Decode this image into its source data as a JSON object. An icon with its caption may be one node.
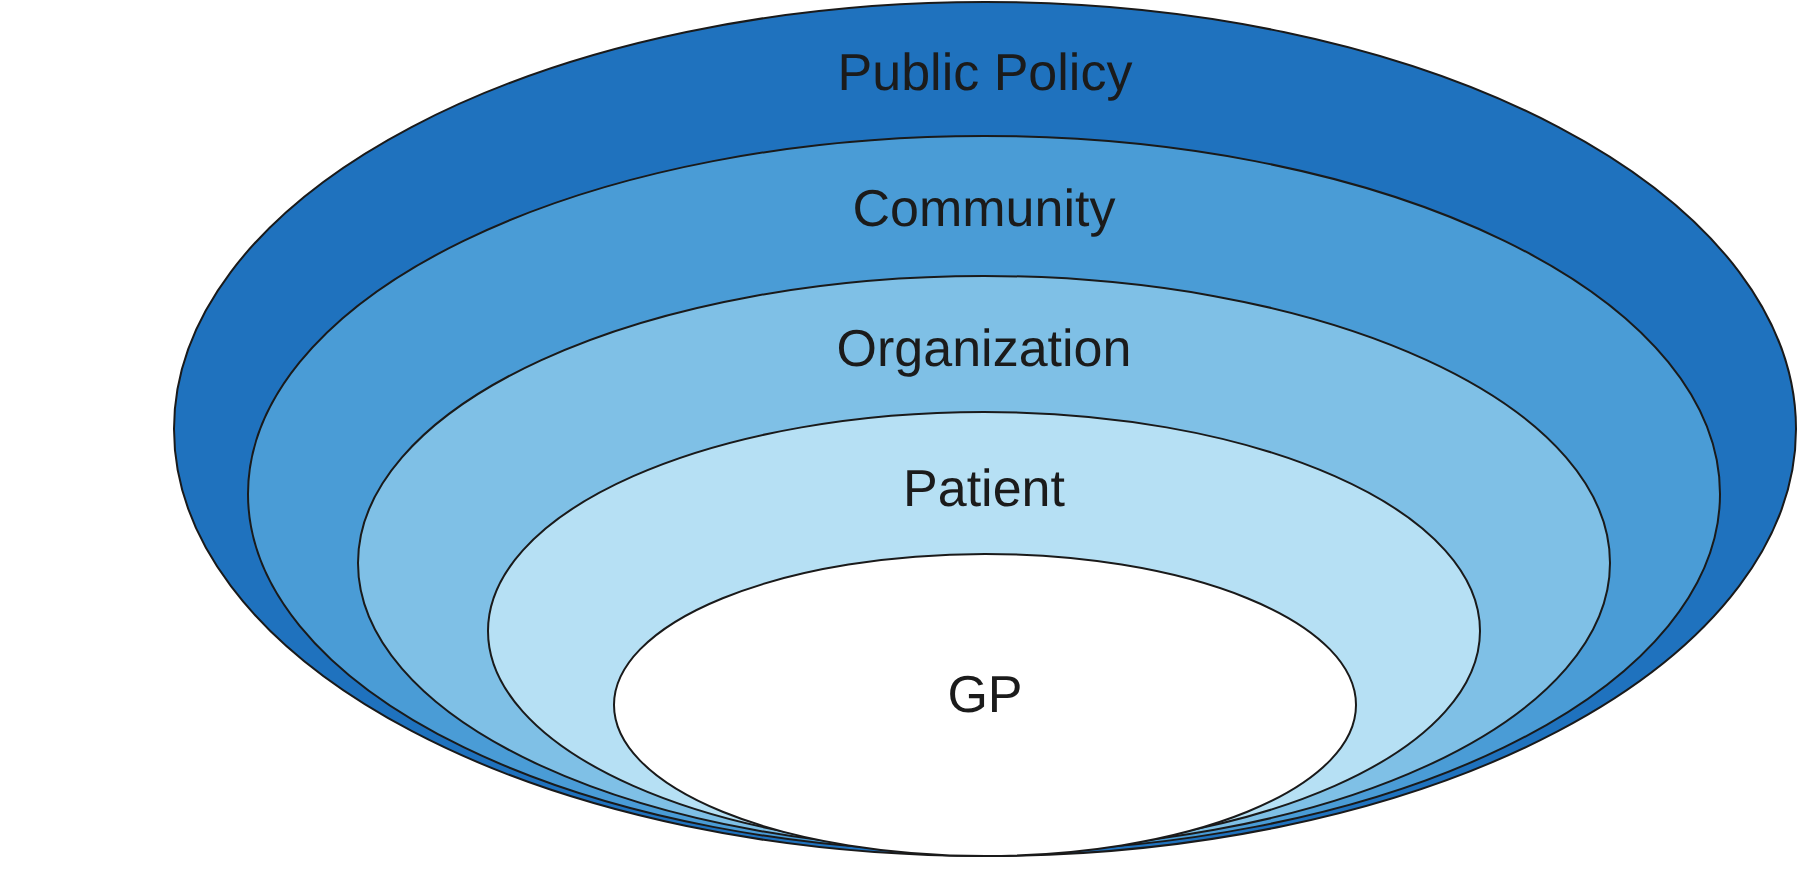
{
  "diagram": {
    "nodes": [
      {
        "text": [
          "Public Policy"
        ]
      },
      {
        "text": [
          "Community"
        ],
        "in": 0
      },
      {
        "text": [
          "Organization"
        ],
        "in": 1
      },
      {
        "text": [
          "Patient"
        ],
        "in": 2
      },
      {
        "text": [
          "GP"
        ],
        "in": 3
      }
    ],
    "edges": []
  }
}
